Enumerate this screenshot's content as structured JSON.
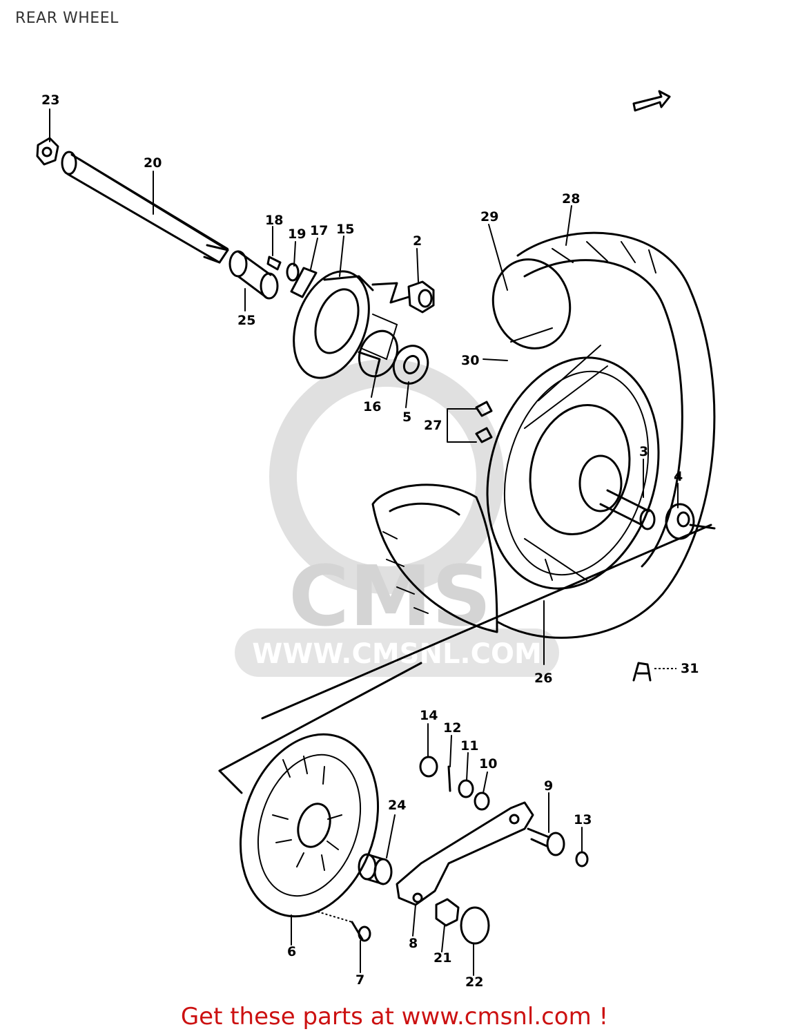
{
  "header": {
    "title": "REAR WHEEL"
  },
  "footer": {
    "text": "Get these parts at www.cmsnl.com !",
    "color": "#cc1111"
  },
  "watermark": {
    "brand": "CMS",
    "url": "WWW.CMSNL.COM"
  },
  "callouts": {
    "c1": "23",
    "c2": "20",
    "c3": "18",
    "c4": "19",
    "c5": "17",
    "c6": "15",
    "c7": "2",
    "c8": "29",
    "c9": "28",
    "c10": "25",
    "c11": "16",
    "c12": "5",
    "c13": "30",
    "c14": "27",
    "c15": "3",
    "c16": "4",
    "c17": "26",
    "c18": "31",
    "c19": "14",
    "c20": "12",
    "c21": "11",
    "c22": "10",
    "c23": "9",
    "c24": "13",
    "c25": "24",
    "c26": "6",
    "c27": "7",
    "c28": "8",
    "c29": "21",
    "c30": "22"
  }
}
